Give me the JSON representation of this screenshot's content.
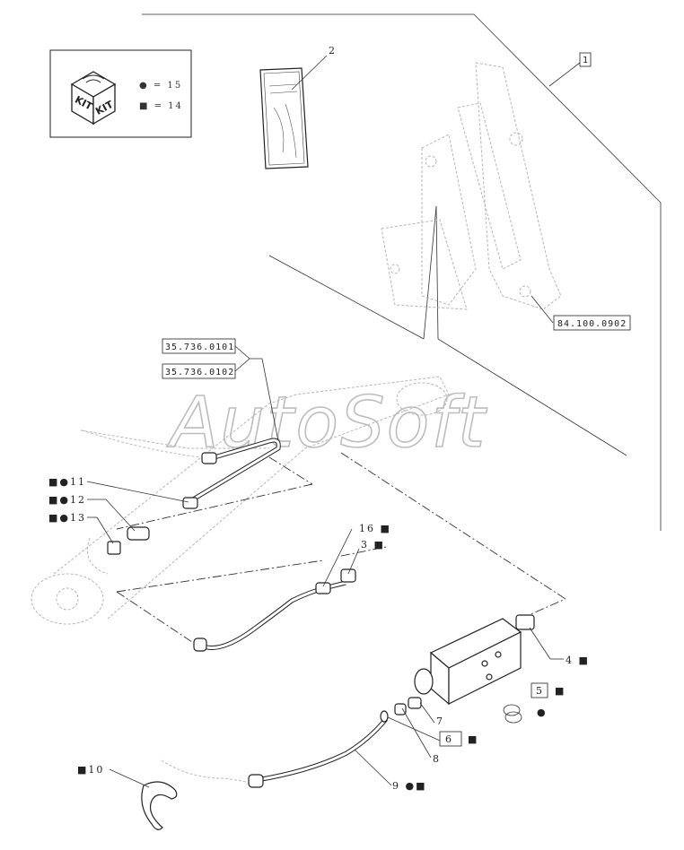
{
  "watermark": "AutoSoft",
  "kit_box": {
    "kit_left": "KIT",
    "kit_right": "KIT",
    "dot_count": "● = 15",
    "square_count": "■ = 14"
  },
  "refs": {
    "r1": "35.736.0101",
    "r2": "35.736.0102",
    "r3": "84.100.0902",
    "frame": "1"
  },
  "callouts": {
    "c2": "2",
    "c11": "■●11",
    "c12": "■●12",
    "c13": "■●13",
    "c16": "16 ■",
    "c3": "3 ■",
    "c4": "4 ■",
    "c5": "5",
    "c5m": "■",
    "c5d": "●",
    "c6": "6",
    "c6m": "■",
    "c7": "7",
    "c8": "8",
    "c9": "9 ●■",
    "c10": "■10"
  }
}
